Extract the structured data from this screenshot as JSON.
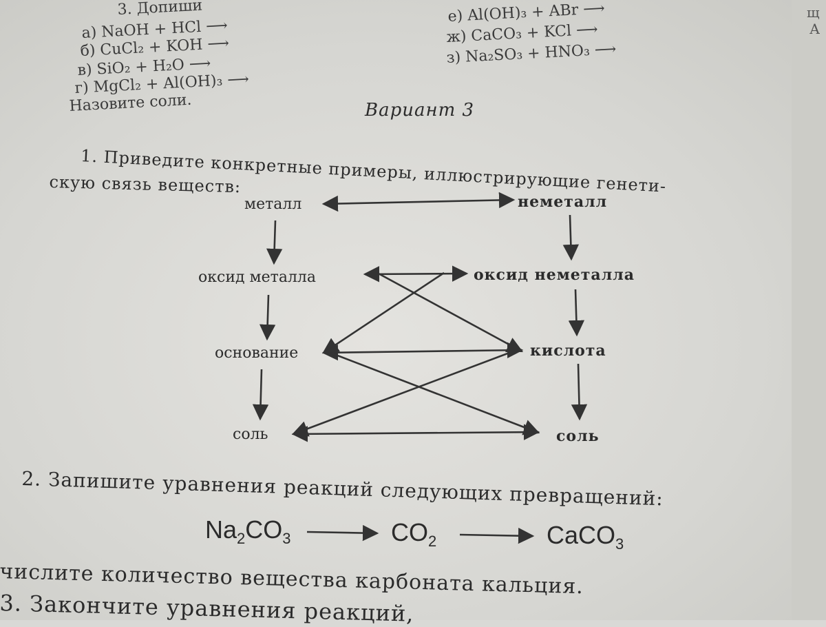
{
  "previous": {
    "header": "3. Допиши",
    "left": [
      {
        "label": "а)",
        "formula": "NaOH + HCl"
      },
      {
        "label": "б)",
        "formula": "CuCl₂ + KOH"
      },
      {
        "label": "в)",
        "formula": "SiO₂ + H₂O"
      },
      {
        "label": "г)",
        "formula": "MgCl₂ + Al(OH)₃"
      }
    ],
    "right": [
      {
        "label": "е)",
        "formula": "Al(OH)₃ + ABr"
      },
      {
        "label": "ж)",
        "formula": "CaCO₃ + KCl"
      },
      {
        "label": "з)",
        "formula": "Na₂SO₃ + HNO₃"
      }
    ],
    "footer": "Назовите соли."
  },
  "margin_right": [
    "щ",
    "А"
  ],
  "variant": "Вариант 3",
  "task1": {
    "line1": "1. Приведите конкретные примеры, иллюстрирующие генети-",
    "line2": "скую связь веществ:"
  },
  "diagram": {
    "left": [
      "металл",
      "оксид металла",
      "основание",
      "соль"
    ],
    "right": [
      "неметалл",
      "оксид неметалла",
      "кислота",
      "соль"
    ]
  },
  "task2": {
    "text": "2. Запишите уравнения реакций следующих превращений:",
    "chain": [
      {
        "base": "Na",
        "sub1": "2",
        "mid": "CO",
        "sub2": "3"
      },
      {
        "base": "CO",
        "sub1": "2",
        "mid": "",
        "sub2": ""
      },
      {
        "base": "CaCO",
        "sub1": "3",
        "mid": "",
        "sub2": ""
      }
    ]
  },
  "calc": "числите количество вещества карбоната кальция.",
  "task3": "3. Закончите уравнения реакций,"
}
